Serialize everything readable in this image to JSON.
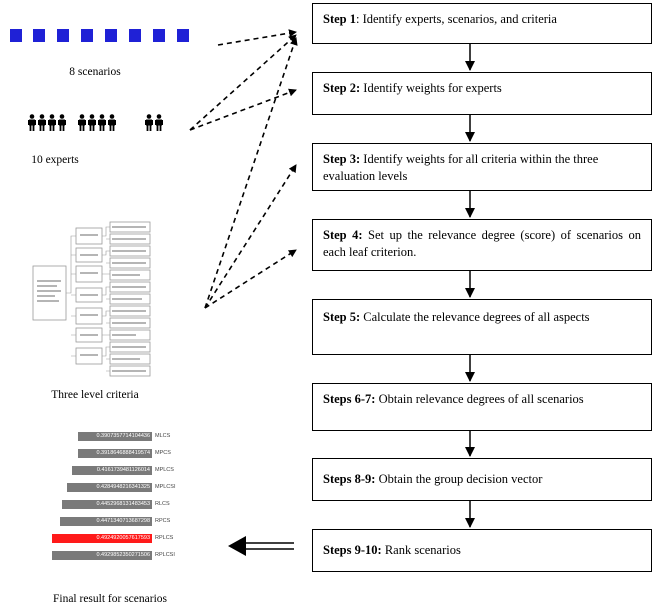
{
  "left": {
    "scenarios_caption": "8 scenarios",
    "experts_caption": "10 experts",
    "criteria_caption": "Three level criteria",
    "final_caption": "Final result for scenarios",
    "person_icon": "person-icon",
    "square_color": "#1f21d6"
  },
  "steps": [
    {
      "bold": "Step 1",
      "text": ": Identify experts, scenarios, and criteria"
    },
    {
      "bold": "Step 2:",
      "text": " Identify weights for experts"
    },
    {
      "bold": "Step 3:",
      "text": " Identify weights for all criteria within the three evaluation levels"
    },
    {
      "bold": "Step 4:",
      "text": " Set up the relevance degree (score) of scenarios on each leaf criterion."
    },
    {
      "bold": "Step 5:",
      "text": " Calculate the relevance degrees of all aspects"
    },
    {
      "bold": "Steps 6-7:",
      "text": " Obtain relevance degrees of all scenarios"
    },
    {
      "bold": "Steps 8-9:",
      "text": " Obtain the group decision vector"
    },
    {
      "bold": "Steps 9-10:",
      "text": " Rank scenarios"
    }
  ],
  "results": {
    "bars": [
      {
        "value": "0.3907357714104436",
        "label": "MLCS",
        "highlight": false
      },
      {
        "value": "0.3918646888419574",
        "label": "MPCS",
        "highlight": false
      },
      {
        "value": "0.4161739481126014",
        "label": "MPLCS",
        "highlight": false
      },
      {
        "value": "0.4284948216341325",
        "label": "MPLCSI",
        "highlight": false
      },
      {
        "value": "0.4452968131483453",
        "label": "RLCS",
        "highlight": false
      },
      {
        "value": "0.4471340713687298",
        "label": "RPCS",
        "highlight": false
      },
      {
        "value": "0.4924920057617593",
        "label": "RPLCS",
        "highlight": true
      },
      {
        "value": "0.4929852350271506",
        "label": "RPLCSI",
        "highlight": false
      }
    ]
  }
}
